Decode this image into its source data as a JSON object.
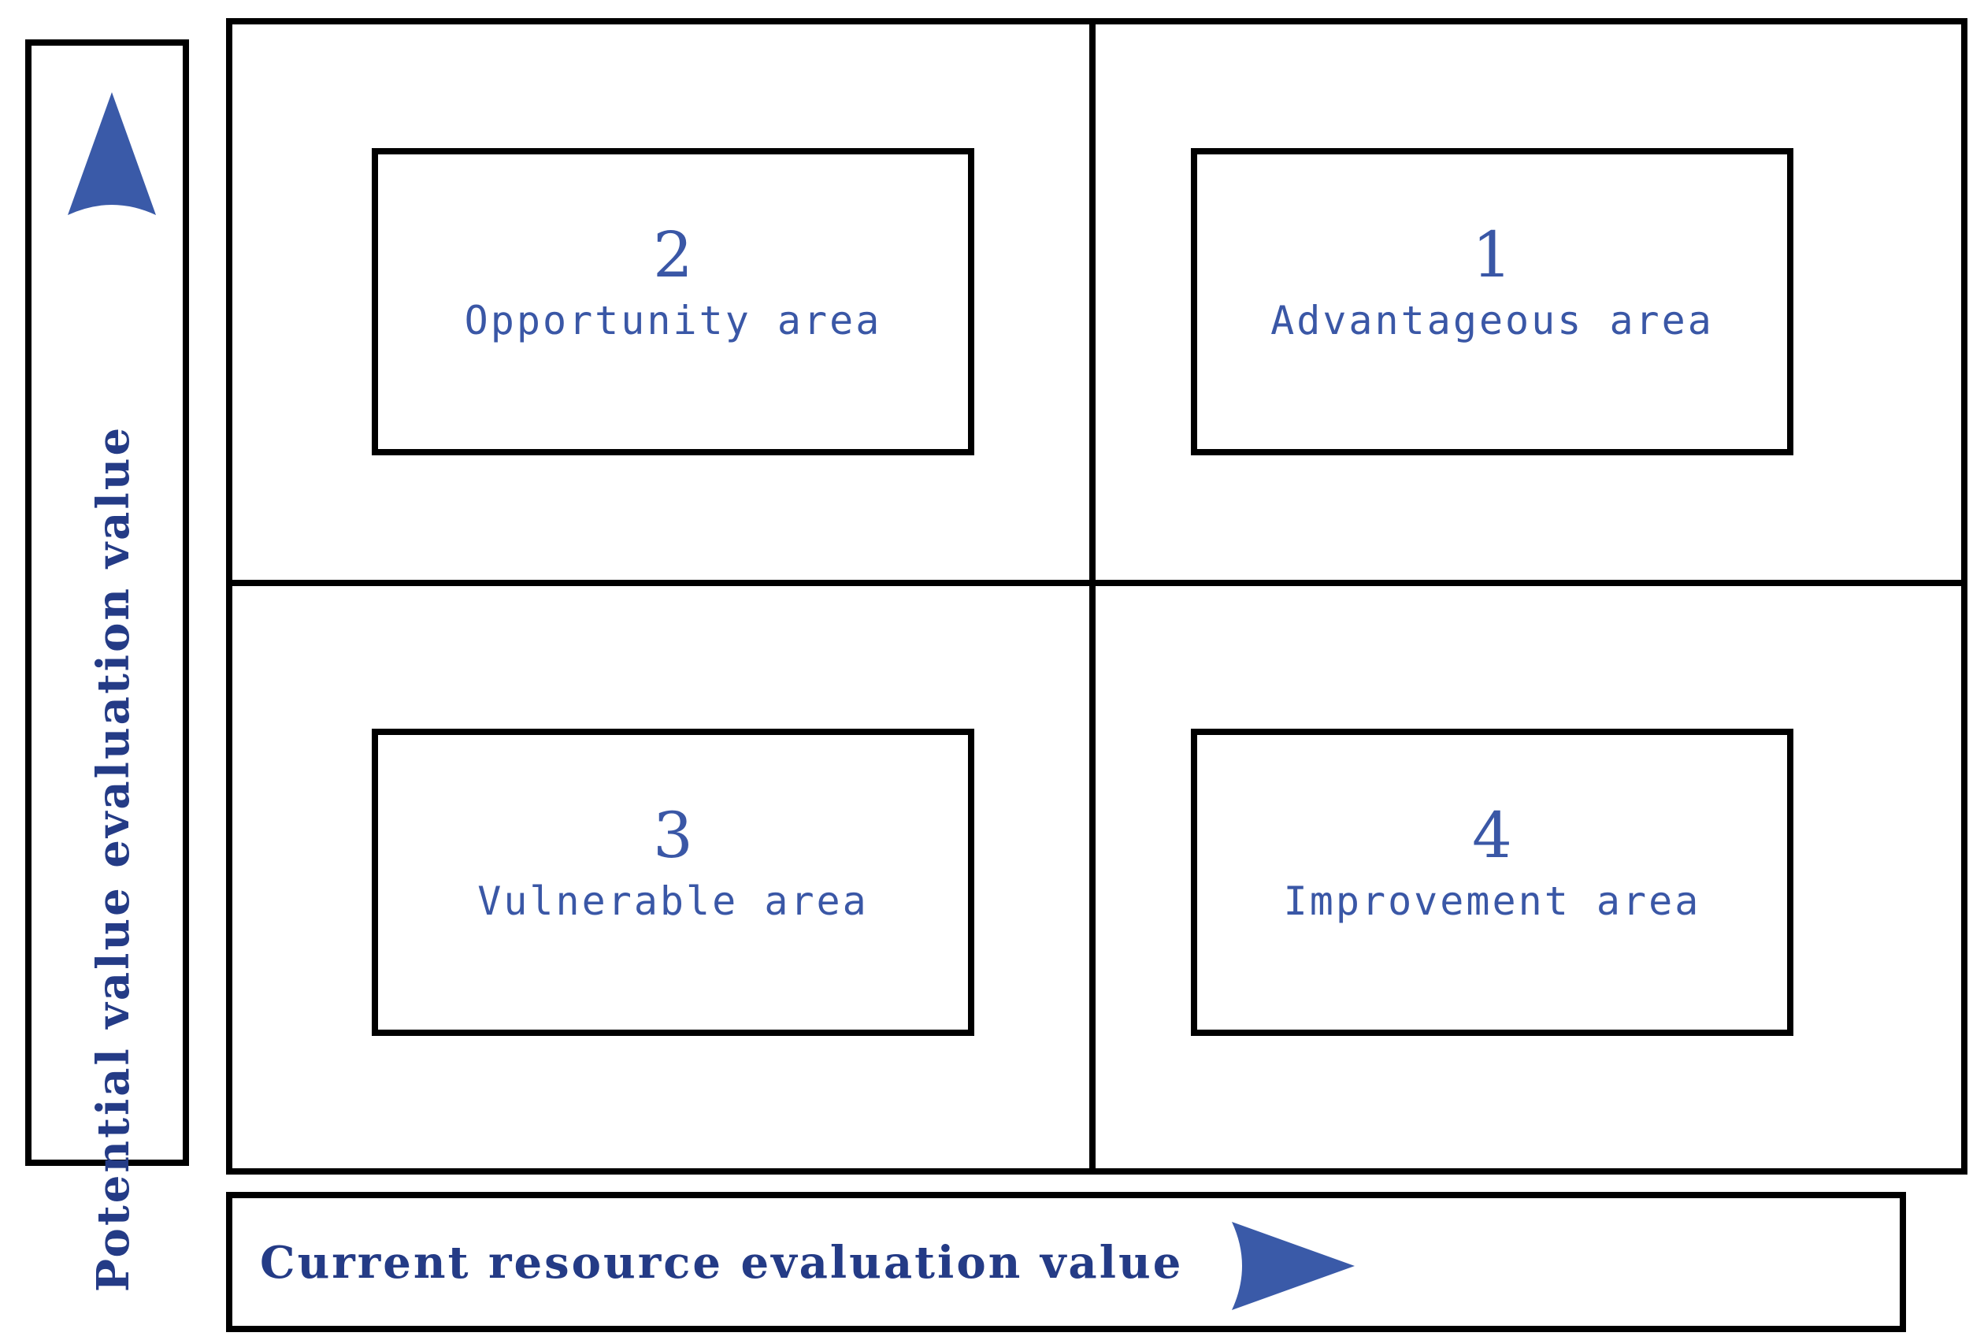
{
  "axes": {
    "y_title": "Potential value evaluation value",
    "x_title": "Current resource evaluation value"
  },
  "zones": [
    {
      "number": "2",
      "label": "Opportunity area"
    },
    {
      "number": "1",
      "label": "Advantageous area"
    },
    {
      "number": "3",
      "label": "Vulnerable area"
    },
    {
      "number": "4",
      "label": "Improvement area"
    }
  ],
  "colors": {
    "zone_text": "#3a57a6",
    "axis_text": "#243b86",
    "arrow": "#3a5aa8",
    "border": "#000000"
  }
}
